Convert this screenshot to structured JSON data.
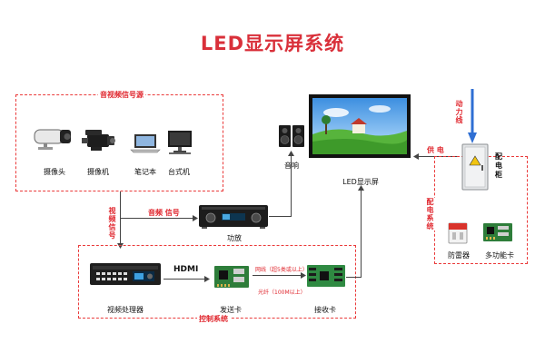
{
  "title": "LED显示屏系统",
  "sources": {
    "box_label": "音视频信号源",
    "devices": [
      {
        "label": "摄像头",
        "icon": "security-camera-icon"
      },
      {
        "label": "摄像机",
        "icon": "video-camcorder-icon"
      },
      {
        "label": "笔记本",
        "icon": "laptop-icon"
      },
      {
        "label": "台式机",
        "icon": "desktop-computer-icon"
      }
    ]
  },
  "video_signal_label": "视频信号",
  "audio_signal_label": "音频 信号",
  "amplifier_label": "功放",
  "speaker_label": "音响",
  "screen_label": "LED显示屏",
  "control": {
    "box_label": "控制系统",
    "processor_label": "视频处理器",
    "hdmi_label": "HDMI",
    "sender_label": "发送卡",
    "link_ethernet": "网线（超5类或以上）",
    "link_fiber": "光纤（100M以上）",
    "receiver_label": "接收卡"
  },
  "power": {
    "power_line_label": "动力线",
    "supply_label": "供 电",
    "cabinet_label": "配电柜",
    "system_label": "配电系统",
    "arrester_label": "防雷器",
    "multifunction_label": "多功能卡"
  },
  "colors": {
    "accent_red": "#e0282f",
    "arrow_blue": "#2f6fd3",
    "line_gray": "#444444"
  }
}
